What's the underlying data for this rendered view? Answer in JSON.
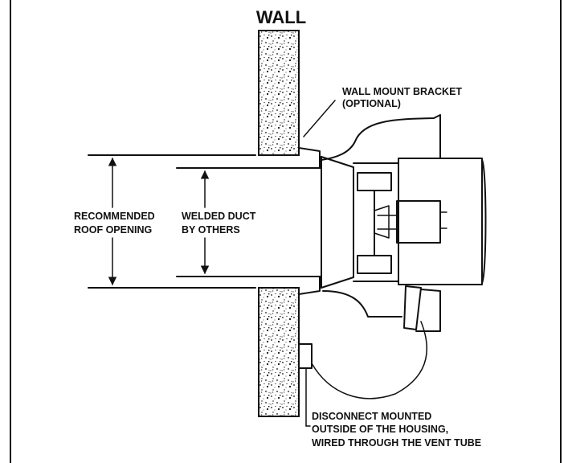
{
  "labels": {
    "wall": "WALL",
    "bracket_line1": "WALL MOUNT BRACKET",
    "bracket_line2": "(OPTIONAL)",
    "roof_line1": "RECOMMENDED",
    "roof_line2": "ROOF OPENING",
    "duct_line1": "WELDED DUCT",
    "duct_line2": "BY OTHERS",
    "disconnect_line1": "DISCONNECT MOUNTED",
    "disconnect_line2": "OUTSIDE OF THE HOUSING,",
    "disconnect_line3": "WIRED THROUGH THE VENT TUBE"
  },
  "colors": {
    "ink": "#111111",
    "background": "#ffffff"
  }
}
